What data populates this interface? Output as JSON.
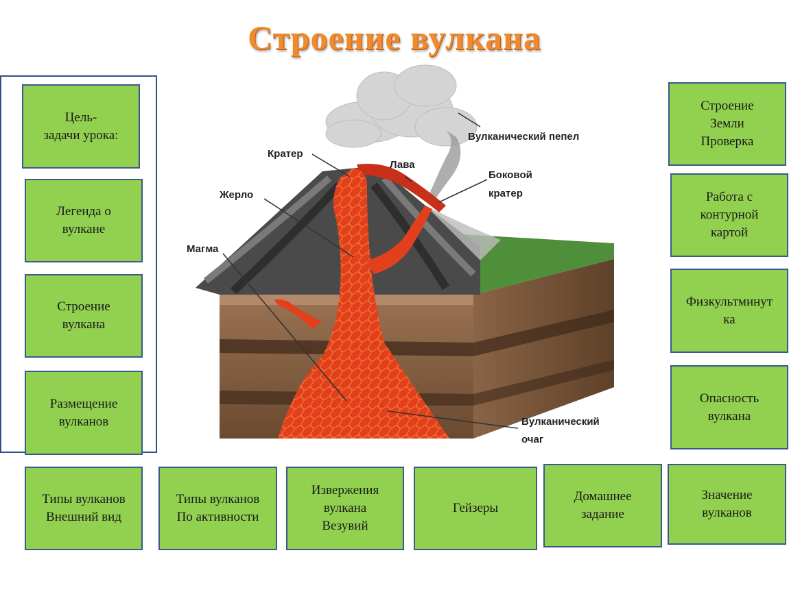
{
  "title": "Строение вулкана",
  "left_menu": [
    {
      "label": "Цель-\nзадачи урока:"
    },
    {
      "label": "Легенда о\nвулкане"
    },
    {
      "label": "Строение\nвулкана"
    },
    {
      "label": "Размещение\nвулканов"
    }
  ],
  "right_menu": [
    {
      "label": "Строение\nЗемли\nПроверка"
    },
    {
      "label": "Работа с\nконтурной\nкартой"
    },
    {
      "label": "Физкультминут\nка"
    },
    {
      "label": "Опасность\nвулкана"
    }
  ],
  "bottom_menu": [
    {
      "label": "Типы вулканов\nВнешний вид"
    },
    {
      "label": "Типы вулканов\nПо активности"
    },
    {
      "label": "Извержения\nвулкана\nВезувий"
    },
    {
      "label": "Гейзеры"
    },
    {
      "label": "Домашнее\nзадание"
    },
    {
      "label": "Значение\nвулканов"
    }
  ],
  "diagram_labels": {
    "ash": "Вулканический пепел",
    "crater": "Кратер",
    "lava": "Лава",
    "side_crater_1": "Боковой",
    "side_crater_2": "кратер",
    "vent": "Жерло",
    "magma": "Магма",
    "chamber_1": "Вулканический",
    "chamber_2": "очаг"
  },
  "colors": {
    "title": "#f08a2c",
    "box_fill": "#92d050",
    "box_border": "#3a5a8c",
    "lava": "#e2401c",
    "grass": "#4f8f3a"
  }
}
